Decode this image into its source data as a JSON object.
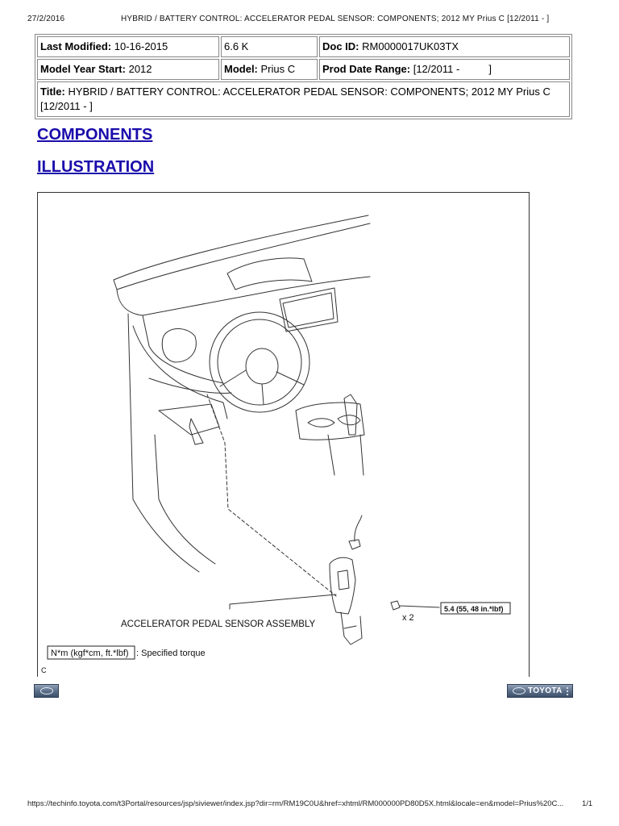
{
  "print_header": {
    "date": "27/2/2016",
    "title": "HYBRID / BATTERY CONTROL: ACCELERATOR PEDAL SENSOR: COMPONENTS; 2012 MY Prius C [12/2011 -       ]"
  },
  "meta": {
    "last_modified_label": "Last Modified:",
    "last_modified_value": "10-16-2015",
    "size": "6.6 K",
    "doc_id_label": "Doc ID:",
    "doc_id_value": "RM0000017UK03TX",
    "model_year_label": "Model Year Start:",
    "model_year_value": "2012",
    "model_label": "Model:",
    "model_value": "Prius C",
    "prod_date_label": "Prod Date Range:",
    "prod_date_value": "[12/2011 -          ]",
    "title_label": "Title:",
    "title_value": "HYBRID / BATTERY CONTROL: ACCELERATOR PEDAL SENSOR: COMPONENTS; 2012 MY Prius C [12/2011 -        ]"
  },
  "sections": {
    "components": "COMPONENTS",
    "illustration": "ILLUSTRATION"
  },
  "illustration": {
    "part_label": "ACCELERATOR PEDAL SENSOR ASSEMBLY",
    "torque_value": "5.4 (55, 48 in.*lbf)",
    "quantity": "x 2",
    "legend_units": "N*m (kgf*cm, ft.*lbf)",
    "legend_text": ": Specified torque",
    "corner_code": "C"
  },
  "nav": {
    "brand": "TOYOTA"
  },
  "print_footer": {
    "url": "https://techinfo.toyota.com/t3Portal/resources/jsp/siviewer/index.jsp?dir=rm/RM19C0U&href=xhtml/RM000000PD80D5X.html&locale=en&model=Prius%20C...",
    "page": "1/1"
  }
}
